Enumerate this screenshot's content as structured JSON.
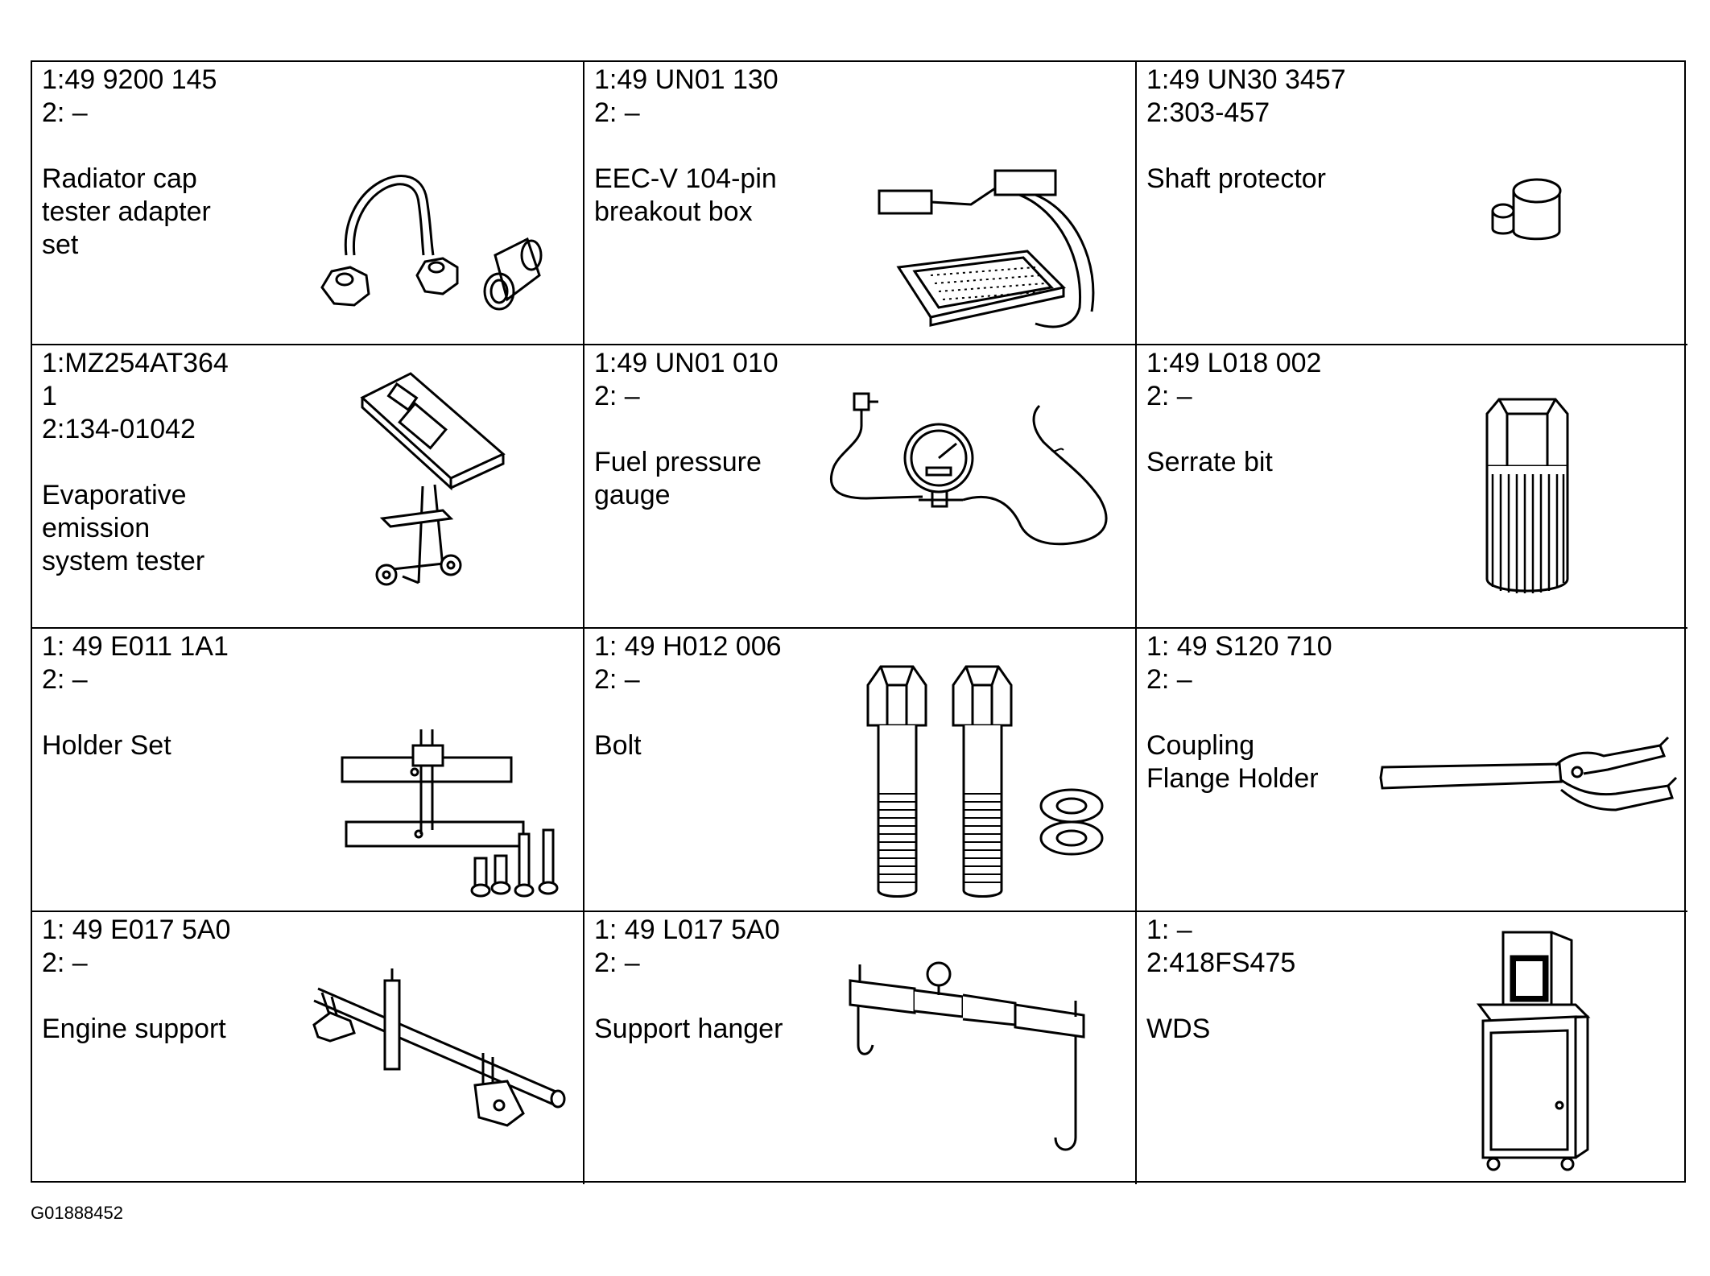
{
  "tools": [
    {
      "lines": [
        "1:49 9200 145",
        "2: –"
      ],
      "name_lines": [
        "Radiator cap",
        "tester adapter",
        "set"
      ]
    },
    {
      "lines": [
        "1:49 UN01 130",
        "2: –"
      ],
      "name_lines": [
        "EEC-V 104-pin",
        "breakout box"
      ]
    },
    {
      "lines": [
        "1:49 UN30 3457",
        "2:303-457"
      ],
      "name_lines": [
        "Shaft protector"
      ]
    },
    {
      "lines": [
        "1:MZ254AT364",
        "1",
        "2:134-01042"
      ],
      "name_lines": [
        "Evaporative",
        "emission",
        "system tester"
      ]
    },
    {
      "lines": [
        "1:49 UN01 010",
        "2: –"
      ],
      "name_lines": [
        "Fuel pressure",
        "gauge"
      ]
    },
    {
      "lines": [
        "1:49 L018 002",
        "2: –"
      ],
      "name_lines": [
        "Serrate bit"
      ]
    },
    {
      "lines": [
        "1: 49 E011 1A1",
        "2: –"
      ],
      "name_lines": [
        "Holder Set"
      ]
    },
    {
      "lines": [
        "1: 49 H012 006",
        "2: –"
      ],
      "name_lines": [
        "Bolt"
      ]
    },
    {
      "lines": [
        "1: 49 S120 710",
        "2: –"
      ],
      "name_lines": [
        "Coupling",
        "Flange Holder"
      ]
    },
    {
      "lines": [
        "1: 49 E017 5A0",
        "2: –"
      ],
      "name_lines": [
        "Engine support"
      ]
    },
    {
      "lines": [
        "1: 49 L017 5A0",
        "2: –"
      ],
      "name_lines": [
        "Support hanger"
      ]
    },
    {
      "lines": [
        "1: –",
        "2:418FS475"
      ],
      "name_lines": [
        "WDS"
      ]
    }
  ],
  "figure_code": "G01888452"
}
